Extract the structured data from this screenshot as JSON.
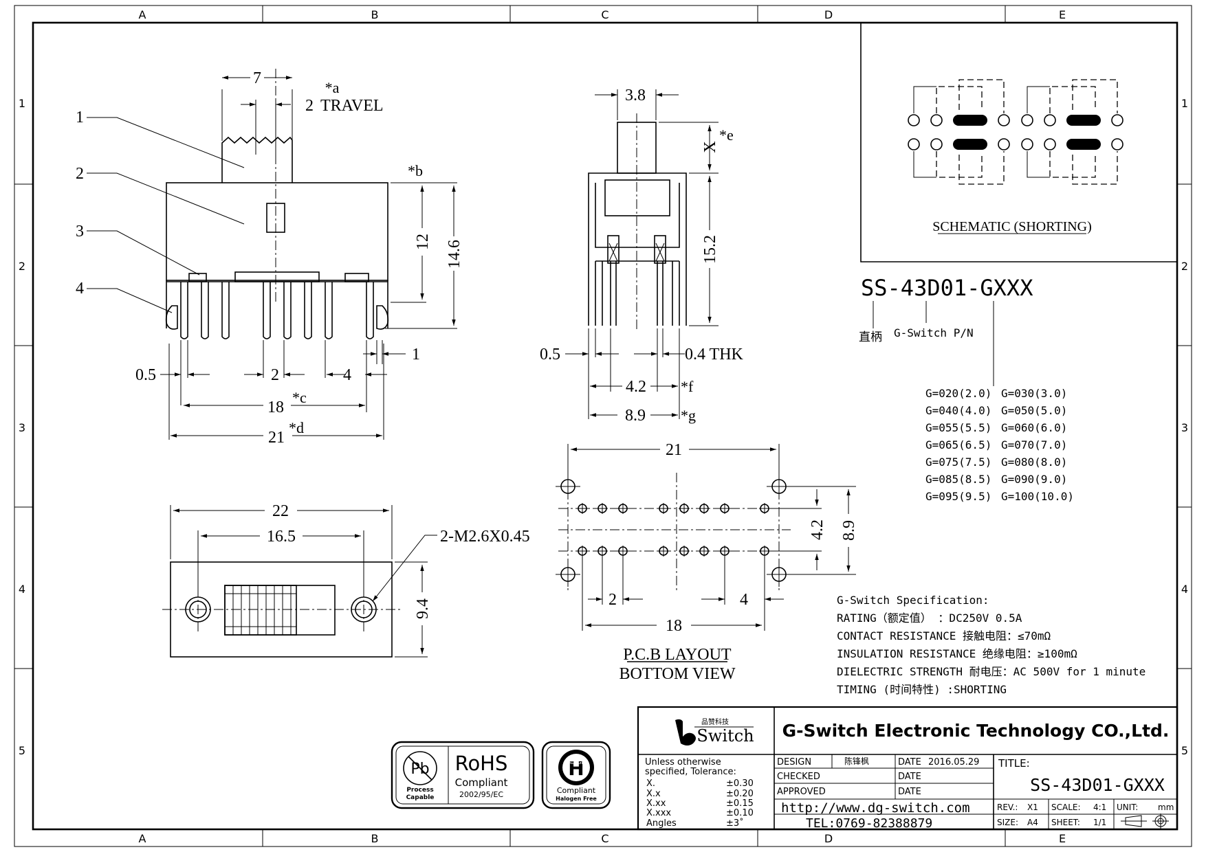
{
  "frame": {
    "columns": [
      "A",
      "B",
      "C",
      "D",
      "E"
    ],
    "rows": [
      "1",
      "2",
      "3",
      "4",
      "5"
    ]
  },
  "side_view": {
    "callouts": [
      "1",
      "2",
      "3",
      "4"
    ],
    "dims": {
      "knob_width": "7",
      "travel_value": "2",
      "travel_label": "TRAVEL",
      "note_a": "*a",
      "note_b": "*b",
      "height_12": "12",
      "height_146": "14.6",
      "pin_05": "0.5",
      "pitch_2": "2",
      "pitch_4": "4",
      "offset_1": "1",
      "span_18": "18",
      "note_c": "*c",
      "span_21": "21",
      "note_d": "*d"
    }
  },
  "end_view": {
    "dims": {
      "knob_38": "3.8",
      "x_label": "X",
      "note_e": "*e",
      "height_152": "15.2",
      "pin_05": "0.5",
      "thk_04": "0.4 THK",
      "span_42": "4.2",
      "note_f": "*f",
      "span_89": "8.9",
      "note_g": "*g"
    }
  },
  "top_view": {
    "dims": {
      "width_22": "22",
      "holes_165": "16.5",
      "screw": "2-M2.6X0.45",
      "height_94": "9.4"
    }
  },
  "pcb": {
    "dims": {
      "span_21": "21",
      "rows_42": "4.2",
      "mount_89": "8.9",
      "pitch_2": "2",
      "pitch_4": "4",
      "span_18": "18"
    },
    "title_line1": "P.C.B LAYOUT",
    "title_line2": "BOTTOM VIEW"
  },
  "schematic": {
    "caption": "SCHEMATIC (SHORTING)"
  },
  "part_number": {
    "code": "SS-43D01-GXXX",
    "label_cn": "直柄",
    "label_pn": "G-Switch P/N"
  },
  "g_options": [
    [
      "G=020(2.0)",
      "G=030(3.0)"
    ],
    [
      "G=040(4.0)",
      "G=050(5.0)"
    ],
    [
      "G=055(5.5)",
      "G=060(6.0)"
    ],
    [
      "G=065(6.5)",
      "G=070(7.0)"
    ],
    [
      "G=075(7.5)",
      "G=080(8.0)"
    ],
    [
      "G=085(8.5)",
      "G=090(9.0)"
    ],
    [
      "G=095(9.5)",
      "G=100(10.0)"
    ]
  ],
  "spec": {
    "heading": "G-Switch Specification:",
    "lines": [
      "RATING（额定值） ：DC250V 0.5A",
      "CONTACT RESISTANCE 接触电阻：≤70mΩ",
      "INSULATION RESISTANCE 绝缘电阻：≥100mΩ",
      "DIELECTRIC STRENGTH 耐电压：AC 500V for 1 minute",
      "TIMING   (时间特性) :SHORTING"
    ]
  },
  "badges": {
    "pb_top": "Pb",
    "pb_sub1": "Process",
    "pb_sub2": "Capable",
    "rohs_title": "RoHS",
    "rohs_sub1": "Compliant",
    "rohs_sub2": "2002/95/EC",
    "halogen_ring": "HALOGEN",
    "halogen_letter": "H",
    "halogen_sub1": "Compliant",
    "halogen_sub2": "Halogen Free"
  },
  "title_block": {
    "logo_cn": "品赞科技",
    "logo_text": "Switch",
    "company": "G-Switch Electronic Technology CO.,Ltd.",
    "tol_head1": "Unless otherwise",
    "tol_head2": "specified, Tolerance:",
    "tolerances": [
      [
        "X.",
        "±0.30"
      ],
      [
        "X.x",
        "±0.20"
      ],
      [
        "X.xx",
        "±0.15"
      ],
      [
        "X.xxx",
        "±0.10"
      ],
      [
        "Angles",
        "±3˚"
      ]
    ],
    "design_label": "DESIGN",
    "design_name": "陈锋枫",
    "checked_label": "CHECKED",
    "approved_label": "APPROVED",
    "date_label": "DATE",
    "design_date": "2016.05.29",
    "title_label": "TITLE:",
    "title_value": "SS-43D01-GXXX",
    "url": "http://www.dg-switch.com",
    "tel": "TEL:0769-82388879",
    "rev_label": "REV.:",
    "rev_value": "X1",
    "scale_label": "SCALE:",
    "scale_value": "4:1",
    "unit_label": "UNIT:",
    "unit_value": "mm",
    "size_label": "SIZE:",
    "size_value": "A4",
    "sheet_label": "SHEET:",
    "sheet_value": "1/1"
  }
}
